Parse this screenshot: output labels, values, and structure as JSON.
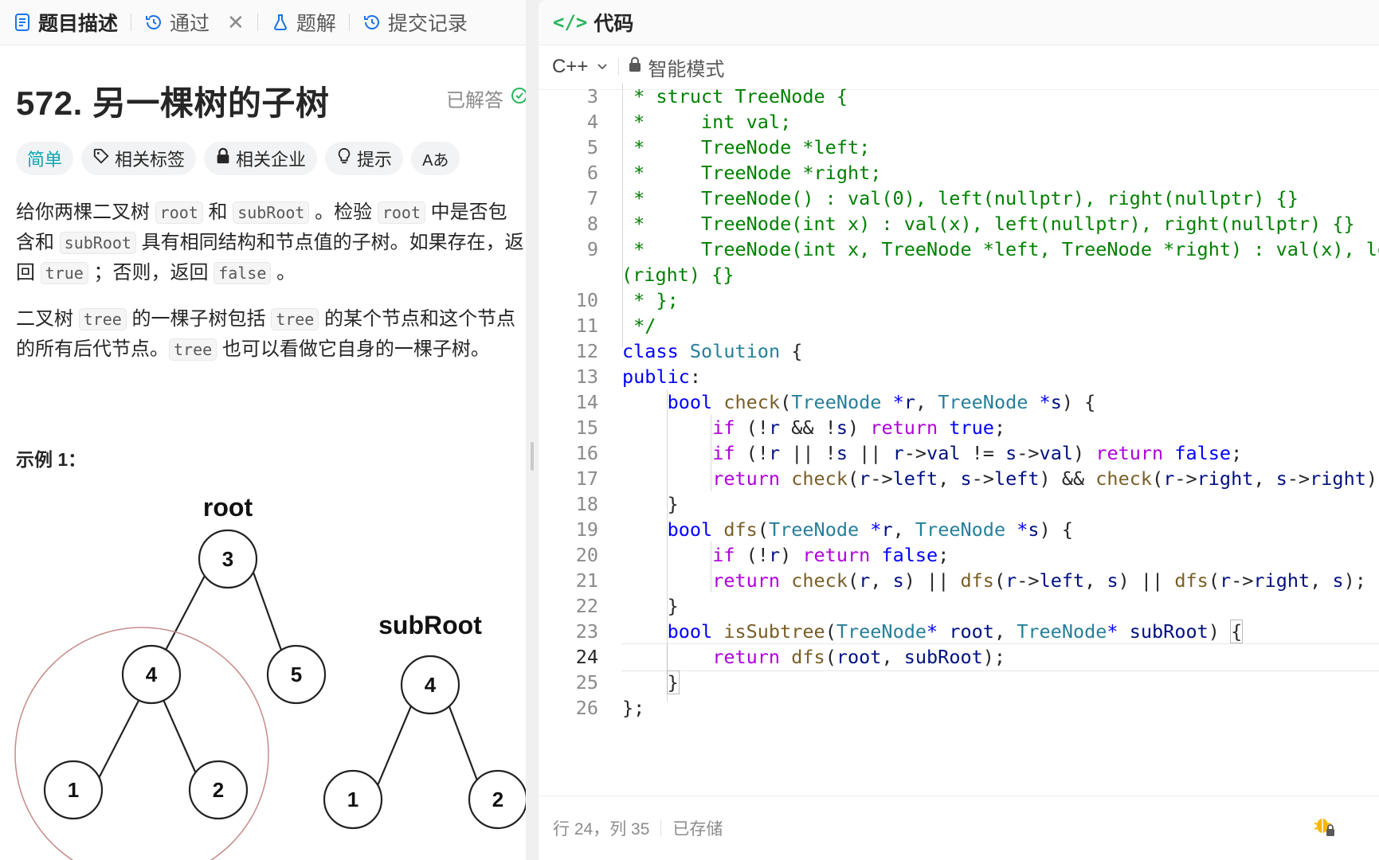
{
  "tabs": {
    "description": "题目描述",
    "passed": "通过",
    "solutions": "题解",
    "submissions": "提交记录"
  },
  "problem": {
    "title": "572. 另一棵树的子树",
    "status": "已解答",
    "tags": [
      "简单",
      "相关标签",
      "相关企业",
      "提示",
      "Aあ"
    ],
    "p1": [
      "给你两棵二叉树 ",
      "root",
      " 和 ",
      "subRoot",
      " 。检验 ",
      "root",
      " 中是否包含和 ",
      "subRoot",
      " 具有相同结构和节点值的子树。如果存在，返回 ",
      "true",
      " ；否则，返回 ",
      "false",
      " 。"
    ],
    "p2": [
      "二叉树 ",
      "tree",
      " 的一棵子树包括 ",
      "tree",
      " 的某个节点和这个节点的所有后代节点。",
      "tree",
      " 也可以看做它自身的一棵子树。"
    ],
    "example_title": "示例 1："
  },
  "figure": {
    "root_label": "root",
    "subroot_label": "subRoot",
    "root_nodes": [
      "3",
      "4",
      "5",
      "1",
      "2"
    ],
    "subroot_nodes": [
      "4",
      "1",
      "2"
    ]
  },
  "code_panel": {
    "title": "代码",
    "language": "C++",
    "mode": "智能模式"
  },
  "code_lines": [
    {
      "n": "3",
      "html": "<span class='c'> * struct TreeNode {</span>"
    },
    {
      "n": "4",
      "html": "<span class='c'> *     int val;</span>"
    },
    {
      "n": "5",
      "html": "<span class='c'> *     TreeNode *left;</span>"
    },
    {
      "n": "6",
      "html": "<span class='c'> *     TreeNode *right;</span>"
    },
    {
      "n": "7",
      "html": "<span class='c'> *     TreeNode() : val(0), left(nullptr), right(nullptr) {}</span>"
    },
    {
      "n": "8",
      "html": "<span class='c'> *     TreeNode(int x) : val(x), left(nullptr), right(nullptr) {}</span>"
    },
    {
      "n": "9",
      "html": "<span class='c'> *     TreeNode(int x, TreeNode *left, TreeNode *right) : val(x), left(left), right</span>"
    },
    {
      "n": "",
      "html": "<span class='c'>(right) {}</span>"
    },
    {
      "n": "10",
      "html": "<span class='c'> * };</span>"
    },
    {
      "n": "11",
      "html": "<span class='c'> */</span>"
    },
    {
      "n": "12",
      "html": "<span class='k'>class</span> <span class='t'>Solution</span> {"
    },
    {
      "n": "13",
      "html": "<span class='k'>public</span>:"
    },
    {
      "n": "14",
      "html": "    <span class='k'>bool</span> <span class='f'>check</span>(<span class='t'>TreeNode</span> <span class='k'>*</span><span class='v'>r</span>, <span class='t'>TreeNode</span> <span class='k'>*</span><span class='v'>s</span>) {"
    },
    {
      "n": "15",
      "html": "        <span class='kp'>if</span> (!<span class='v'>r</span> &amp;&amp; !<span class='v'>s</span>) <span class='kp'>return</span> <span class='k'>true</span>;"
    },
    {
      "n": "16",
      "html": "        <span class='kp'>if</span> (!<span class='v'>r</span> || !<span class='v'>s</span> || <span class='v'>r</span>-&gt;<span class='v'>val</span> != <span class='v'>s</span>-&gt;<span class='v'>val</span>) <span class='kp'>return</span> <span class='k'>false</span>;"
    },
    {
      "n": "17",
      "html": "        <span class='kp'>return</span> <span class='f'>check</span>(<span class='v'>r</span>-&gt;<span class='v'>left</span>, <span class='v'>s</span>-&gt;<span class='v'>left</span>) &amp;&amp; <span class='f'>check</span>(<span class='v'>r</span>-&gt;<span class='v'>right</span>, <span class='v'>s</span>-&gt;<span class='v'>right</span>);"
    },
    {
      "n": "18",
      "html": "    }"
    },
    {
      "n": "19",
      "html": "    <span class='k'>bool</span> <span class='f'>dfs</span>(<span class='t'>TreeNode</span> <span class='k'>*</span><span class='v'>r</span>, <span class='t'>TreeNode</span> <span class='k'>*</span><span class='v'>s</span>) {"
    },
    {
      "n": "20",
      "html": "        <span class='kp'>if</span> (!<span class='v'>r</span>) <span class='kp'>return</span> <span class='k'>false</span>;"
    },
    {
      "n": "21",
      "html": "        <span class='kp'>return</span> <span class='f'>check</span>(<span class='v'>r</span>, <span class='v'>s</span>) || <span class='f'>dfs</span>(<span class='v'>r</span>-&gt;<span class='v'>left</span>, <span class='v'>s</span>) || <span class='f'>dfs</span>(<span class='v'>r</span>-&gt;<span class='v'>right</span>, <span class='v'>s</span>);"
    },
    {
      "n": "22",
      "html": "    }"
    },
    {
      "n": "23",
      "html": "    <span class='k'>bool</span> <span class='f'>isSubtree</span>(<span class='t'>TreeNode</span><span class='k'>*</span> <span class='v'>root</span>, <span class='t'>TreeNode</span><span class='k'>*</span> <span class='v'>subRoot</span>) <span class='brk'>{</span>"
    },
    {
      "n": "24",
      "html": "        <span class='kp'>return</span> <span class='f'>dfs</span>(<span class='v'>root</span>, <span class='v'>subRoot</span>);"
    },
    {
      "n": "25",
      "html": "    <span class='brk'>}</span>"
    },
    {
      "n": "26",
      "html": "};"
    }
  ],
  "status_bar": {
    "position": "行 24，列 35",
    "saved": "已存储"
  },
  "colors": {
    "accent_easy": "#0ca5b0",
    "solved_check": "#2db55d",
    "circle": "#c58a8a"
  }
}
